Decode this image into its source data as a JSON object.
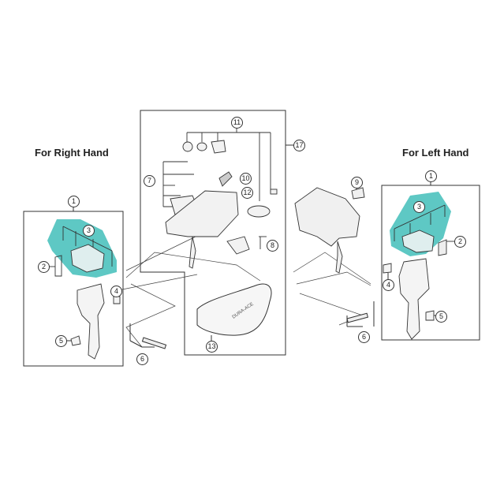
{
  "titles": {
    "right_hand": "For Right Hand",
    "left_hand": "For Left Hand"
  },
  "colors": {
    "highlight": "#5ec8c4",
    "line": "#333333",
    "background": "#ffffff"
  },
  "callouts": {
    "right": {
      "c1": "1",
      "c2": "2",
      "c3": "3",
      "c4": "4",
      "c5": "5",
      "c6": "6"
    },
    "center": {
      "c7": "7",
      "c8": "8",
      "c10": "10",
      "c11": "11",
      "c12": "12",
      "c13": "13",
      "c17": "17"
    },
    "left": {
      "c1": "1",
      "c2": "2",
      "c3": "3",
      "c4": "4",
      "c5": "5",
      "c6": "6",
      "c9": "9"
    }
  },
  "hood_text": "DURA-ACE"
}
